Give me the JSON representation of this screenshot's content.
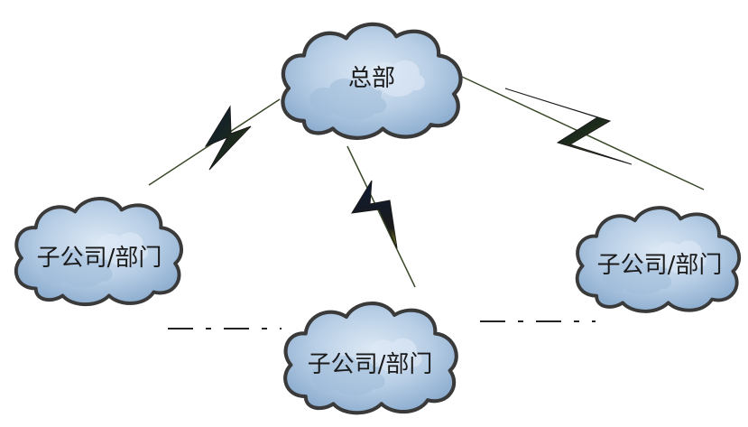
{
  "headquarters": {
    "label": "总部"
  },
  "branches": [
    {
      "label": "子公司/部门"
    },
    {
      "label": "子公司/部门"
    },
    {
      "label": "子公司/部门"
    }
  ],
  "colors": {
    "cloud_fill": "#b7cde4",
    "cloud_outline": "#3a3a3a",
    "link_dark": "#0d1a33",
    "link_light": "#8a8a1f",
    "dashed_line": "#222222"
  }
}
